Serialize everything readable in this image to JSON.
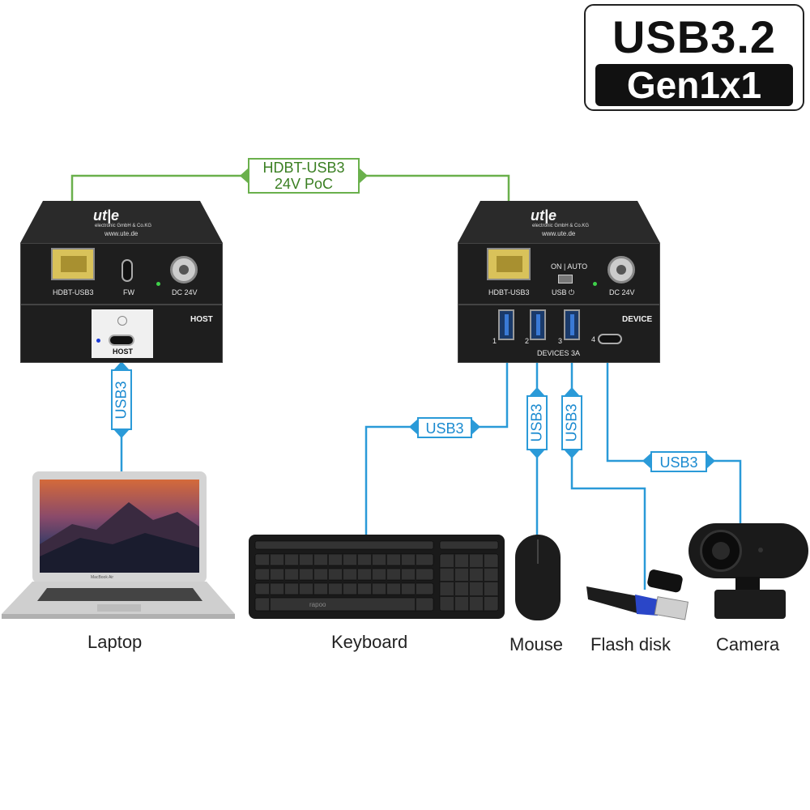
{
  "badge": {
    "line1": "USB3.2",
    "line2": "Gen1x1"
  },
  "link": {
    "line1": "HDBT-USB3",
    "line2": "24V PoC"
  },
  "host_unit": {
    "brand": "ut|e",
    "brand_sub": "electronic GmbH & Co.KG",
    "url": "www.ute.de",
    "port_rj45": "HDBT-USB3",
    "port_fw": "FW",
    "port_dc": "DC 24V",
    "panel": "HOST",
    "usbc_label": "HOST"
  },
  "device_unit": {
    "brand": "ut|e",
    "brand_sub": "electronic GmbH & Co.KG",
    "url": "www.ute.de",
    "port_rj45": "HDBT-USB3",
    "switch_label": "ON | AUTO",
    "usb_label": "USB ⏻",
    "port_dc": "DC 24V",
    "panel": "DEVICE",
    "ports": [
      "1",
      "2",
      "3",
      "4"
    ],
    "devices_label": "DEVICES 3A"
  },
  "cables": {
    "laptop": "USB3",
    "keyboard": "USB3",
    "mouse": "USB3",
    "flash": "USB3",
    "camera": "USB3"
  },
  "captions": {
    "laptop": "Laptop",
    "keyboard": "Keyboard",
    "mouse": "Mouse",
    "flash": "Flash disk",
    "camera": "Camera"
  },
  "keyboard_brand": "rapoo",
  "laptop_brand": "MacBook Air",
  "colors": {
    "usb_line": "#2a9ad8",
    "hdbt_line": "#6ab04c",
    "unit": "#1e1e1e"
  }
}
